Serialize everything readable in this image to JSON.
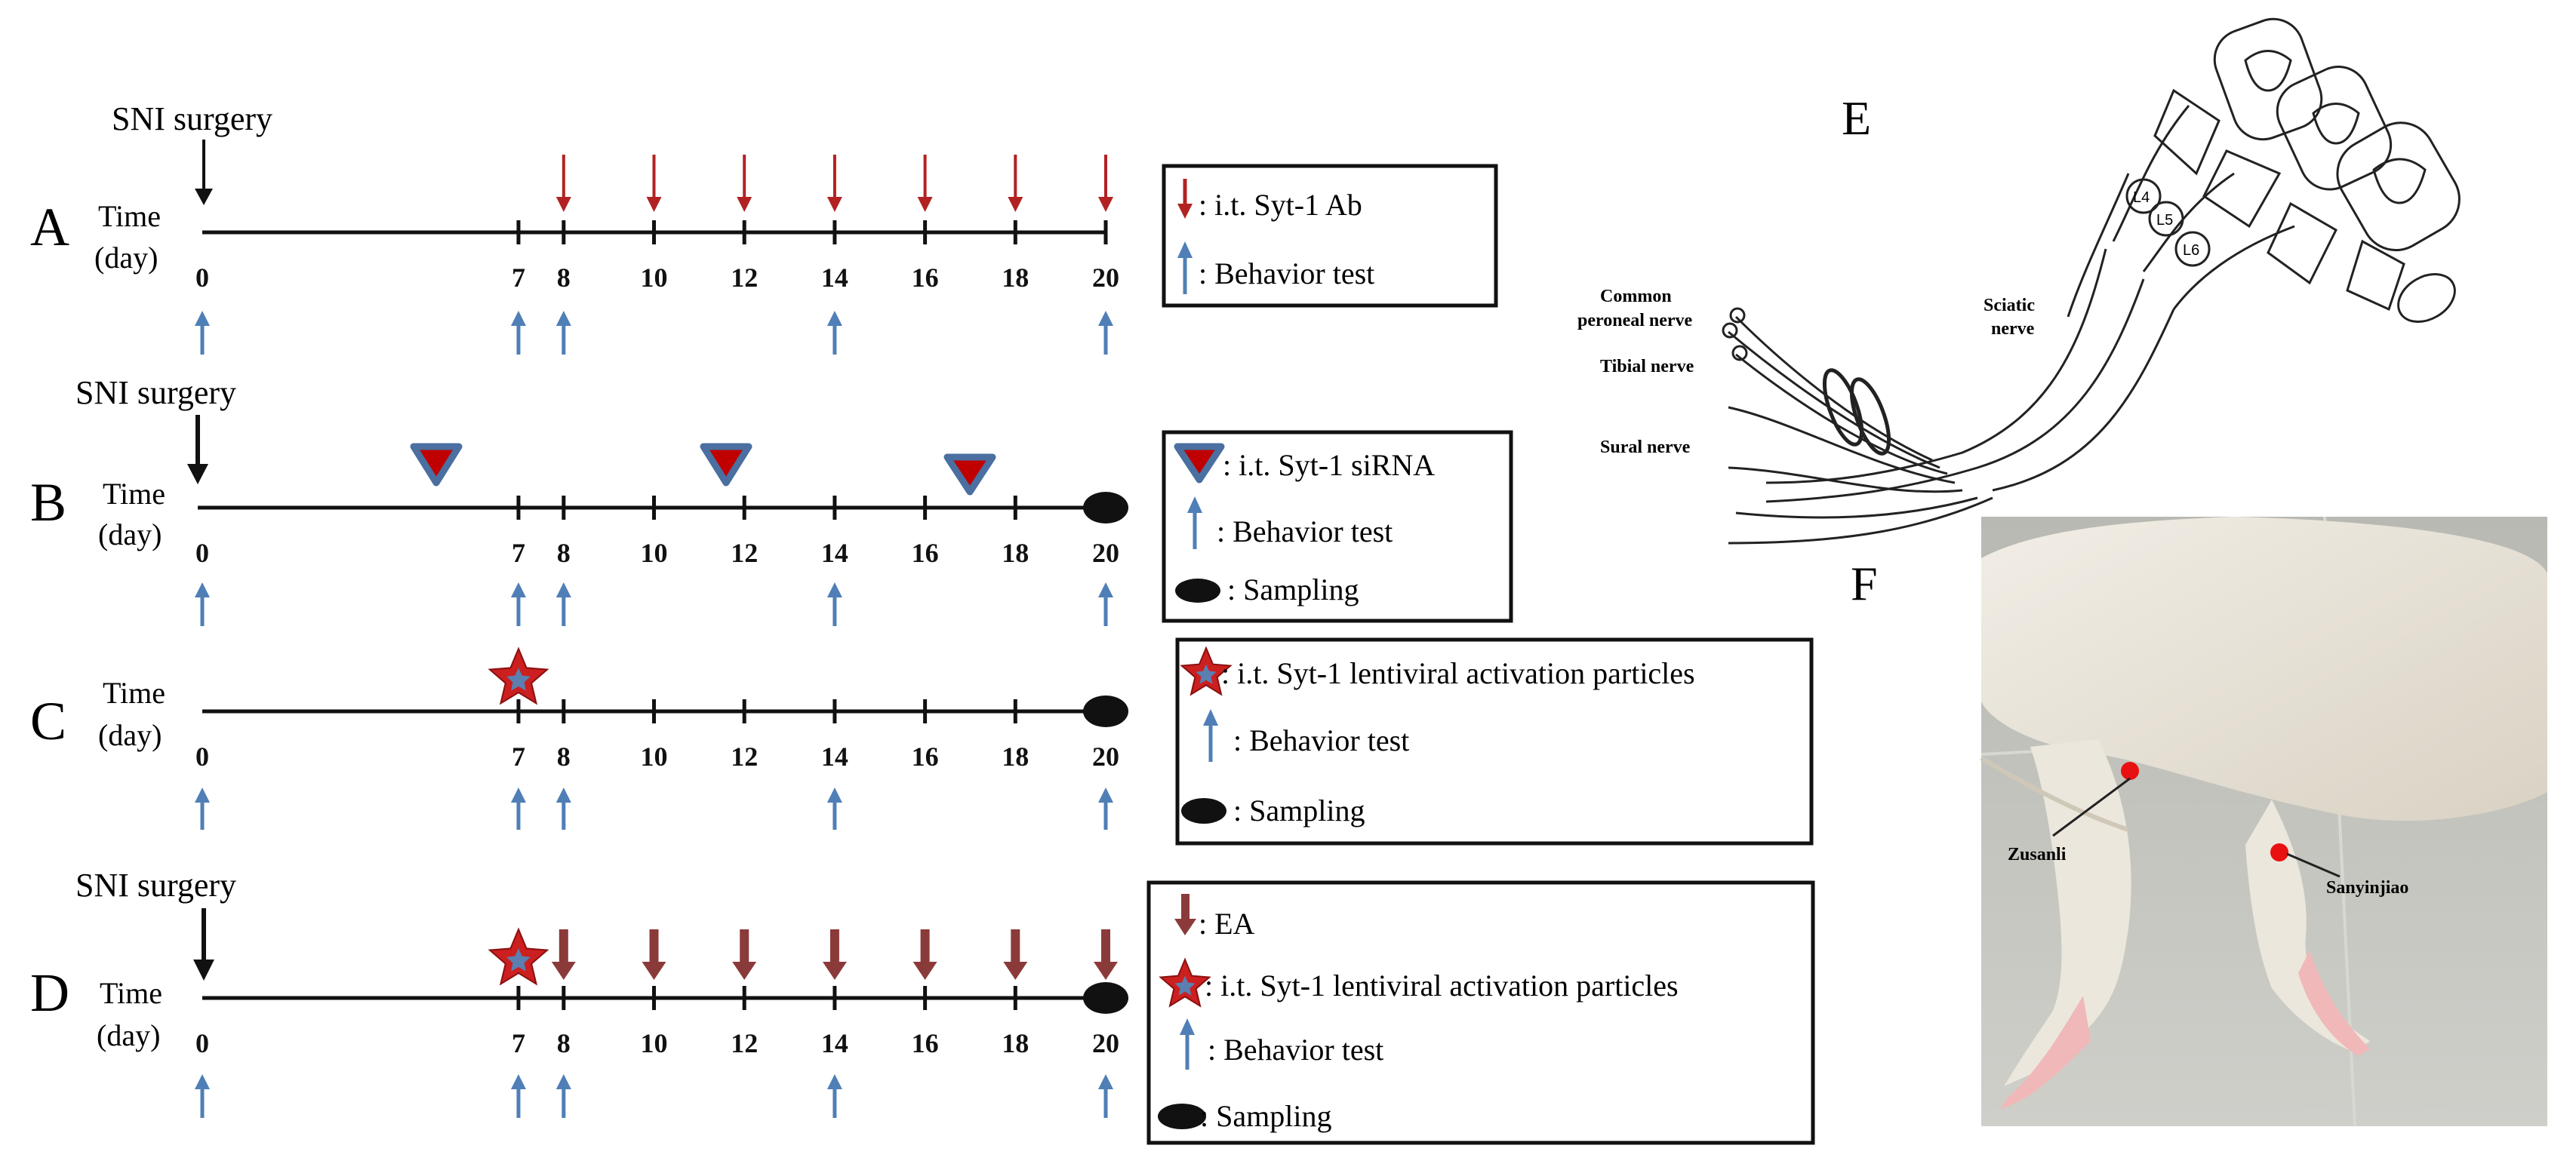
{
  "colors": {
    "ink": "#111111",
    "ab_arrow": "#b22222",
    "behavior_arrow": "#4f7fb6",
    "triangle_fill": "#c00000",
    "triangle_stroke": "#4a6fa0",
    "star_fill": "#cc1f1f",
    "star_center": "#5a7fb0",
    "ea_arrow": "#8b3a3a",
    "marker": "#e81010"
  },
  "common": {
    "surgery": "SNI surgery",
    "time_label": "Time",
    "day_label": "(day)",
    "ticks": [
      "0",
      "7",
      "8",
      "10",
      "12",
      "14",
      "16",
      "18",
      "20"
    ]
  },
  "panels": {
    "A": {
      "letter": "A",
      "legend": [
        {
          "icon": "red-down-arrow",
          "text": ": i.t. Syt-1 Ab"
        },
        {
          "icon": "blue-up-arrow",
          "text": ": Behavior test"
        }
      ]
    },
    "B": {
      "letter": "B",
      "legend": [
        {
          "icon": "triangle",
          "text": ": i.t. Syt-1 siRNA"
        },
        {
          "icon": "blue-up-arrow",
          "text": ": Behavior test"
        },
        {
          "icon": "ellipse",
          "text": ": Sampling"
        }
      ]
    },
    "C": {
      "letter": "C",
      "legend": [
        {
          "icon": "star",
          "text": ": i.t. Syt-1 lentiviral activation particles"
        },
        {
          "icon": "blue-up-arrow",
          "text": ": Behavior test"
        },
        {
          "icon": "ellipse",
          "text": ": Sampling"
        }
      ]
    },
    "D": {
      "letter": "D",
      "legend": [
        {
          "icon": "ea-arrow",
          "text": ": EA"
        },
        {
          "icon": "star",
          "text": ": i.t. Syt-1 lentiviral activation particles"
        },
        {
          "icon": "blue-up-arrow",
          "text": ": Behavior test"
        },
        {
          "icon": "ellipse",
          "text": ": Sampling"
        }
      ]
    },
    "E": {
      "letter": "E",
      "labels": {
        "common_peroneal_1": "Common",
        "common_peroneal_2": "peroneal nerve",
        "tibial": "Tibial nerve",
        "sural": "Sural nerve",
        "sciatic_1": "Sciatic",
        "sciatic_2": "nerve",
        "l4": "L4",
        "l5": "L5",
        "l6": "L6"
      }
    },
    "F": {
      "letter": "F",
      "labels": {
        "zusanli": "Zusanli",
        "sanyinjiao": "Sanyinjiao"
      }
    }
  }
}
